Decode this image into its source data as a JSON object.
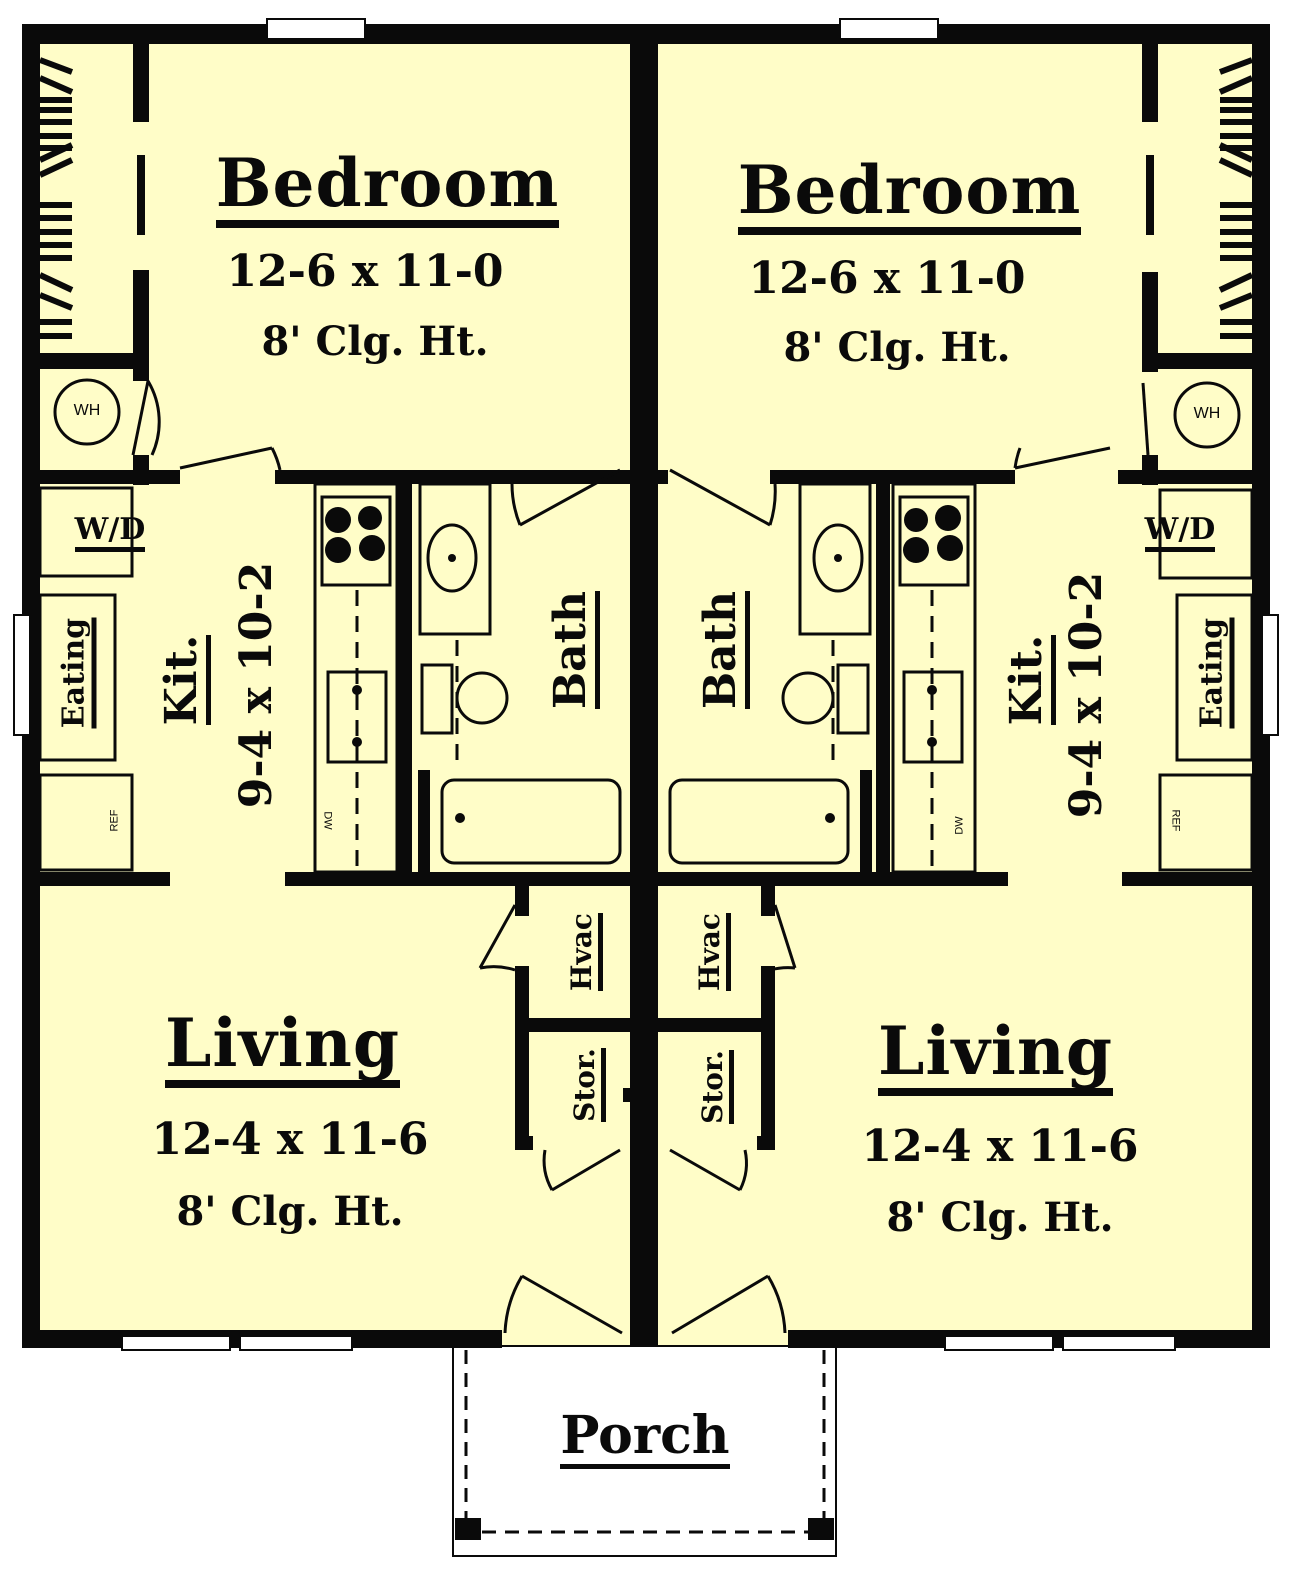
{
  "colors": {
    "floor": "#FFFDC8",
    "wall": "#0a0a0a",
    "porch": "#ffffff"
  },
  "units": [
    {
      "side": "left",
      "bedroom": {
        "name": "Bedroom",
        "dimensions": "12-6 x 11-0",
        "ceiling": "8' Clg. Ht."
      },
      "kitchen": {
        "name": "Kit.",
        "dimensions": "9-4 x 10-2"
      },
      "bath": {
        "name": "Bath"
      },
      "eating": {
        "name": "Eating"
      },
      "washer_dryer": {
        "name": "W/D"
      },
      "water_heater": {
        "name": "WH"
      },
      "refrigerator": {
        "name": "REF"
      },
      "dishwasher": {
        "name": "DW"
      },
      "hvac": {
        "name": "Hvac"
      },
      "storage": {
        "name": "Stor."
      },
      "living": {
        "name": "Living",
        "dimensions": "12-4 x 11-6",
        "ceiling": "8' Clg. Ht."
      }
    },
    {
      "side": "right",
      "bedroom": {
        "name": "Bedroom",
        "dimensions": "12-6 x 11-0",
        "ceiling": "8' Clg. Ht."
      },
      "kitchen": {
        "name": "Kit.",
        "dimensions": "9-4 x 10-2"
      },
      "bath": {
        "name": "Bath"
      },
      "eating": {
        "name": "Eating"
      },
      "washer_dryer": {
        "name": "W/D"
      },
      "water_heater": {
        "name": "WH"
      },
      "refrigerator": {
        "name": "REF"
      },
      "dishwasher": {
        "name": "DW"
      },
      "hvac": {
        "name": "Hvac"
      },
      "storage": {
        "name": "Stor."
      },
      "living": {
        "name": "Living",
        "dimensions": "12-4 x 11-6",
        "ceiling": "8' Clg. Ht."
      }
    }
  ],
  "porch": {
    "name": "Porch"
  }
}
